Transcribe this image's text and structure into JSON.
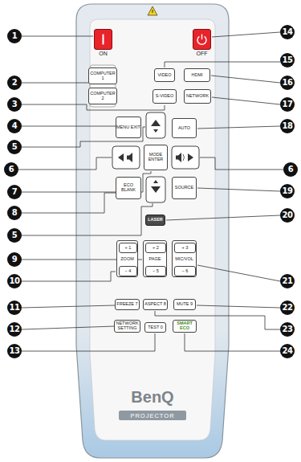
{
  "diagram": {
    "nodes": [
      {
        "text": [
          "BenQ",
          "PROJECTOR"
        ]
      },
      {
        "text": [
          "ON"
        ],
        "in": 0
      },
      {
        "text": [
          "OFF"
        ],
        "in": 0
      },
      {
        "text": [
          "COMPUTER 1"
        ],
        "in": 0
      },
      {
        "text": [
          "COMPUTER 2"
        ],
        "in": 0
      },
      {
        "text": [
          "VIDEO"
        ],
        "in": 0
      },
      {
        "text": [
          "HDMI"
        ],
        "in": 0
      },
      {
        "text": [
          "S-VIDEO"
        ],
        "in": 0
      },
      {
        "text": [
          "NETWORK"
        ],
        "in": 0
      },
      {
        "text": [
          "MENU EXIT"
        ],
        "in": 0
      },
      {
        "text": [
          "AUTO"
        ],
        "in": 0
      },
      {
        "text": [
          "MODE ENTER"
        ],
        "in": 0
      },
      {
        "text": [
          "ECO BLANK"
        ],
        "in": 0
      },
      {
        "text": [
          "SOURCE"
        ],
        "in": 0
      },
      {
        "text": [
          "LASER"
        ],
        "in": 0
      },
      {
        "text": [
          "ZOOM"
        ],
        "in": 0
      },
      {
        "text": [
          "+ 1"
        ],
        "in": 15
      },
      {
        "text": [
          "− 4"
        ],
        "in": 15
      },
      {
        "text": [
          "PAGE"
        ],
        "in": 0
      },
      {
        "text": [
          "+ 2"
        ],
        "in": 18
      },
      {
        "text": [
          "− 5"
        ],
        "in": 18
      },
      {
        "text": [
          "MIC/VOL"
        ],
        "in": 0
      },
      {
        "text": [
          "+ 3"
        ],
        "in": 21
      },
      {
        "text": [
          "− 6"
        ],
        "in": 21
      },
      {
        "text": [
          "FREEZE 7"
        ],
        "in": 0
      },
      {
        "text": [
          "ASPECT 8"
        ],
        "in": 0
      },
      {
        "text": [
          "MUTE 9"
        ],
        "in": 0
      },
      {
        "text": [
          "NETWORK SETTING"
        ],
        "in": 0
      },
      {
        "text": [
          "TEST 0"
        ],
        "in": 0
      },
      {
        "text": [
          "SMART ECO"
        ],
        "in": 0
      }
    ],
    "labels": [
      "1",
      "2",
      "3",
      "4",
      "5",
      "6",
      "7",
      "8",
      "5",
      "9",
      "10",
      "11",
      "12",
      "13",
      "14",
      "15",
      "16",
      "17",
      "18",
      "6",
      "19",
      "20",
      "21",
      "22",
      "23",
      "24"
    ]
  }
}
